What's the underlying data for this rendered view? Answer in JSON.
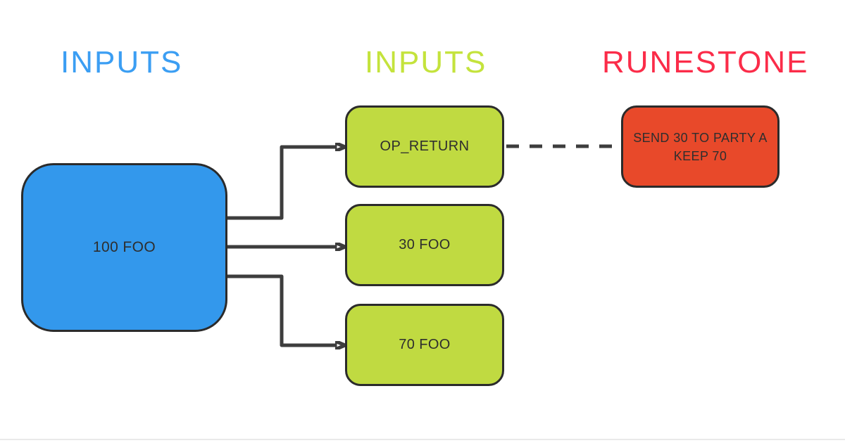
{
  "page": {
    "background": "#ffffff"
  },
  "columns": {
    "left": {
      "heading": "INPUTS",
      "color": "#3b9ef3"
    },
    "middle": {
      "heading": "INPUTS",
      "color": "#c4e33c"
    },
    "right": {
      "heading": "RUNESTONE",
      "color": "#fb2c49"
    }
  },
  "nodes": {
    "input_100": {
      "label": "100 FOO",
      "fill": "#3398ec"
    },
    "op_return": {
      "label": "OP_RETURN",
      "fill": "#c0da41"
    },
    "output_30": {
      "label": "30 FOO",
      "fill": "#c0da41"
    },
    "output_70": {
      "label": "70 FOO",
      "fill": "#c0da41"
    },
    "runestone": {
      "label": "SEND 30 TO PARTY A KEEP 70",
      "fill": "#e8492a"
    }
  },
  "connectors": {
    "stroke_color": "#3d3d3d",
    "links": [
      {
        "from": "input_100",
        "to": "op_return",
        "style": "solid-arrow"
      },
      {
        "from": "input_100",
        "to": "output_30",
        "style": "solid-arrow"
      },
      {
        "from": "input_100",
        "to": "output_70",
        "style": "solid-arrow"
      },
      {
        "from": "op_return",
        "to": "runestone",
        "style": "dashed"
      }
    ]
  }
}
